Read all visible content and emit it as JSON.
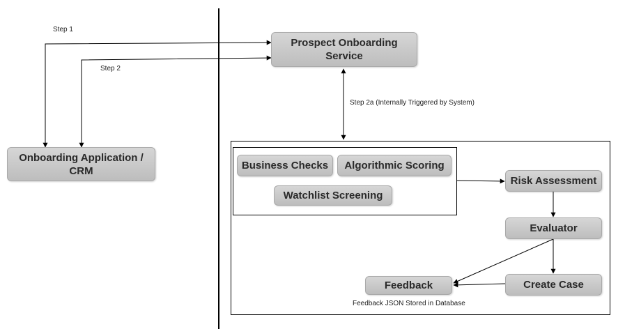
{
  "labels": {
    "step1": "Step 1",
    "step2": "Step 2",
    "step2a": "Step 2a (Internally Triggered by System)",
    "feedback_note": "Feedback JSON Stored in Database"
  },
  "nodes": {
    "prospect_onboarding_service": "Prospect Onboarding\nService",
    "onboarding_application_crm": "Onboarding Application /\nCRM",
    "business_checks": "Business Checks",
    "algorithmic_scoring": "Algorithmic Scoring",
    "watchlist_screening": "Watchlist Screening",
    "risk_assessment": "Risk Assessment",
    "evaluator": "Evaluator",
    "create_case": "Create Case",
    "feedback": "Feedback"
  },
  "colors": {
    "box_fill": "#c8c8c8",
    "box_border": "#a9a9a9",
    "line": "#000000"
  }
}
